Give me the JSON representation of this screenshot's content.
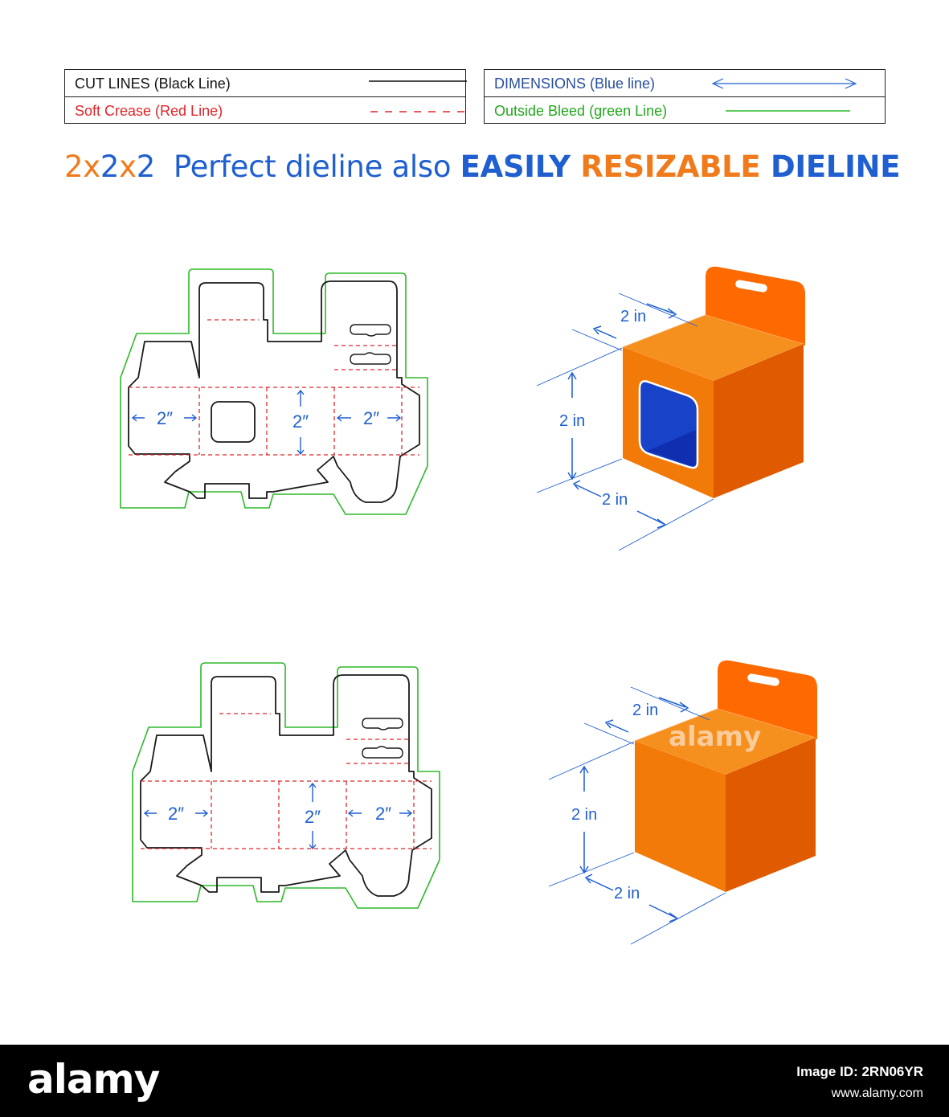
{
  "legend": {
    "cut_lines": "CUT LINES (Black Line)",
    "soft_crease": "Soft Crease (Red Line)",
    "dimensions": "DIMENSIONS (Blue line)",
    "outside_bleed": "Outside Bleed (green Line)"
  },
  "headline": {
    "part1": "2x",
    "part2": "2",
    "part3": "x",
    "part4": "2",
    "part5": "  Perfect dieline also ",
    "part6": "EASILY ",
    "part7": "RESIZABLE ",
    "part8": "DIELINE"
  },
  "dieline_labels": {
    "top_width_a": "2″",
    "top_height": "2″",
    "top_width_b": "2″",
    "bottom_width_a": "2″",
    "bottom_height": "2″",
    "bottom_width_b": "2″"
  },
  "box_labels": {
    "top_depth": "2 in",
    "top_height": "2 in",
    "top_width": "2 in",
    "bottom_depth": "2 in",
    "bottom_height": "2 in",
    "bottom_width": "2 in"
  },
  "watermark": "alamy",
  "footer": {
    "brand": "alamy",
    "image_id": "Image ID: 2RN06YR",
    "site": "www.alamy.com"
  },
  "colors": {
    "cut": "#1a1a1a",
    "crease": "#e0262b",
    "dimension": "#1f5fd0",
    "bleed": "#2fb82a",
    "orange_text": "#f07b1c",
    "blue_text": "#1f5fd0",
    "box_front": "#f27a08",
    "box_side": "#e05a00",
    "box_top": "#f58f1e",
    "hanger": "#ff6a00",
    "window": "#1842c8"
  }
}
